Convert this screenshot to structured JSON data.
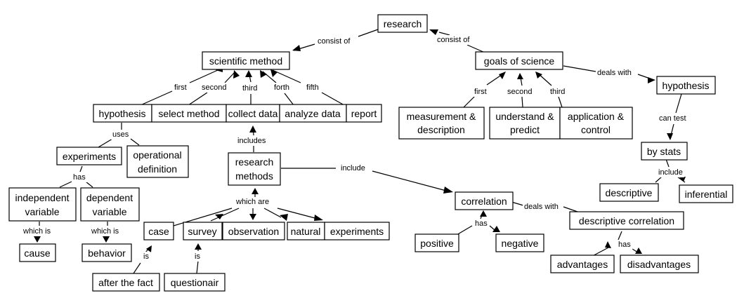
{
  "concepts": {
    "research": "research",
    "scientific_method": "scientific method",
    "goals_of_science": "goals of science",
    "hypothesis_main": "hypothesis",
    "select_method": "select method",
    "collect_data": "collect data",
    "analyze_data": "analyze data",
    "report": "report",
    "measurement": [
      "measurement &",
      "description"
    ],
    "understand": [
      "understand &",
      "predict"
    ],
    "application": [
      "application &",
      "control"
    ],
    "hypothesis_right": "hypothesis",
    "by_stats": "by stats",
    "descriptive": "descriptive",
    "inferential": "inferential",
    "experiments_left": "experiments",
    "operational_definition": [
      "operational",
      "definition"
    ],
    "independent_variable": [
      "independent",
      "variable"
    ],
    "dependent_variable": [
      "dependent",
      "variable"
    ],
    "cause": "cause",
    "behavior": "behavior",
    "research_methods": [
      "research",
      "methods"
    ],
    "case": "case",
    "survey": "survey",
    "observation": "observation",
    "natural": "natural",
    "experiments_mid": "experiments",
    "after_the_fact": "after the fact",
    "questionair": "questionair",
    "correlation": "correlation",
    "positive": "positive",
    "negative": "negative",
    "descriptive_correlation": "descriptive correlation",
    "advantages": "advantages",
    "disadvantages": "disadvantages"
  },
  "links": {
    "consist_of_left": "consist of",
    "consist_of_right": "consist of",
    "first": "first",
    "second": "second",
    "third": "third",
    "forth": "forth",
    "fifth": "fifth",
    "goals_first": "first",
    "goals_second": "second",
    "goals_third": "third",
    "deals_with_hyp": "deals with",
    "can_test": "can test",
    "include_stats": "include",
    "uses": "uses",
    "has_exp": "has",
    "which_is_1": "which is",
    "which_is_2": "which is",
    "includes": "includes",
    "include_corr": "include",
    "which_are": "which are",
    "is_case": "is",
    "is_survey": "is",
    "has_corr": "has",
    "deals_with_corr": "deals with",
    "has_adv": "has"
  }
}
